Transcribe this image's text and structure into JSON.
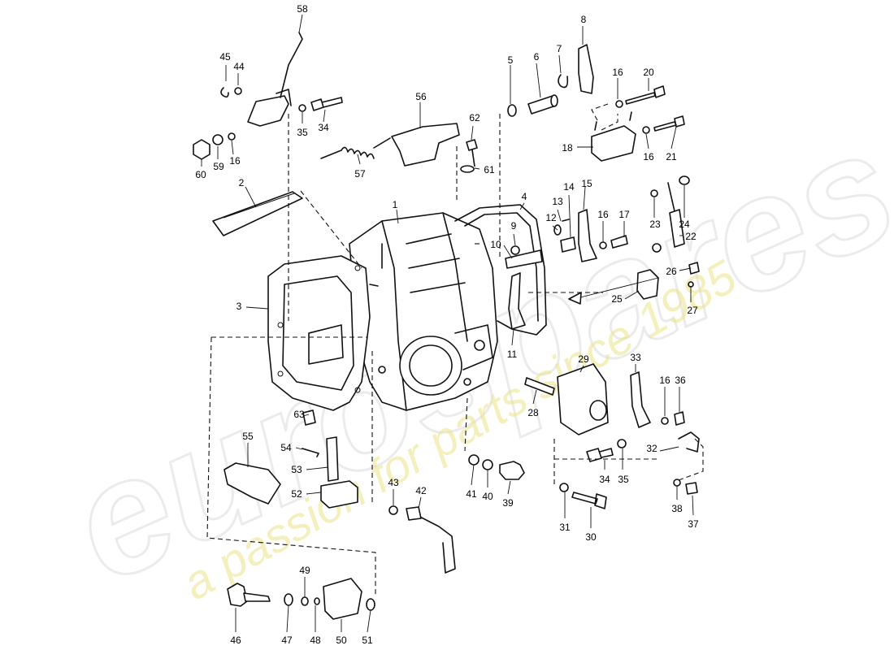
{
  "watermark": {
    "logo_text": "eurospares",
    "tagline": "a passion for parts since 1985",
    "logo_color": "#d9d9d9",
    "tagline_color": "#e8e070"
  },
  "callouts": {
    "p1": "1",
    "p2": "2",
    "p3": "3",
    "p4": "4",
    "p5": "5",
    "p6": "6",
    "p7": "7",
    "p8": "8",
    "p9": "9",
    "p10": "10",
    "p11": "11",
    "p12": "12",
    "p13": "13",
    "p14": "14",
    "p15": "15",
    "p16a": "16",
    "p16b": "16",
    "p16c": "16",
    "p16d": "16",
    "p16e": "16",
    "p17": "17",
    "p18": "18",
    "p20": "20",
    "p21": "21",
    "p22": "22",
    "p23": "23",
    "p24": "24",
    "p25": "25",
    "p26": "26",
    "p27": "27",
    "p28": "28",
    "p29": "29",
    "p30": "30",
    "p31": "31",
    "p32": "32",
    "p33": "33",
    "p34a": "34",
    "p34b": "34",
    "p35a": "35",
    "p35b": "35",
    "p36": "36",
    "p37": "37",
    "p38": "38",
    "p39": "39",
    "p40": "40",
    "p41": "41",
    "p42": "42",
    "p43": "43",
    "p44": "44",
    "p45": "45",
    "p46": "46",
    "p47": "47",
    "p48": "48",
    "p49": "49",
    "p50": "50",
    "p51": "51",
    "p52": "52",
    "p53": "53",
    "p54": "54",
    "p55": "55",
    "p56": "56",
    "p57": "57",
    "p58": "58",
    "p59": "59",
    "p60": "60",
    "p61": "61",
    "p62": "62",
    "p63": "63"
  }
}
